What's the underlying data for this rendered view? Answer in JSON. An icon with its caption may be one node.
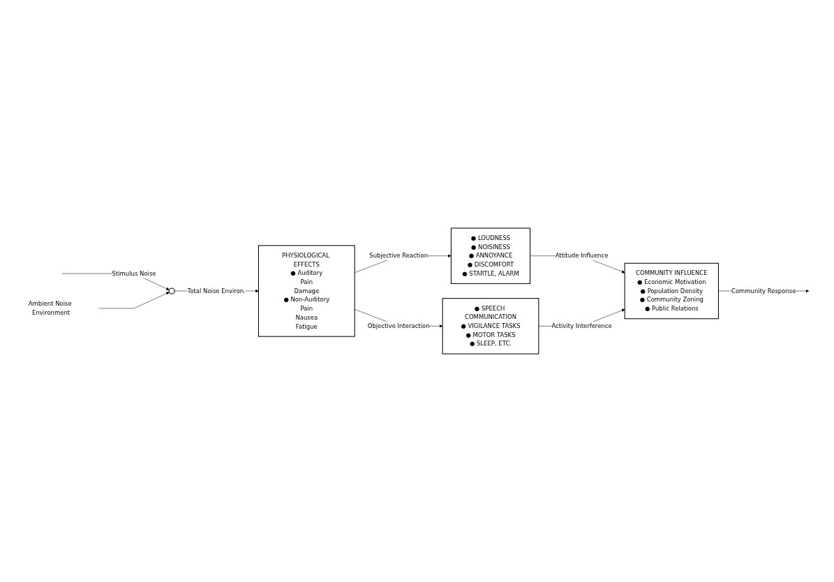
{
  "diagram": {
    "nodes": [
      {
        "text": [],
        "shape": "circle"
      },
      {
        "text": [
          "Ambient Noise Environment"
        ]
      },
      {
        "text": [
          "PHYSIOLOGICAL EFFECTS",
          "● Auditory",
          "Pain",
          "Damage",
          "● Non-Auditory",
          "Pain",
          "Nausea",
          "Fatigue"
        ]
      },
      {
        "text": [
          "● LOUDNESS",
          "● NOISINESS",
          "● ANNOYANCE",
          "● DISCOMFORT",
          "● STARTLE, ALARM"
        ]
      },
      {
        "text": [
          "COMMUNITY INFLUENCE",
          "● Economic Motivation",
          "● Population Density",
          "● Community Zoning",
          "● Public Relations"
        ]
      },
      {
        "text": [
          "● SPEECH COMMUNICATION",
          "● VIGILANCE TASKS",
          "● MOTOR TASKS",
          "● SLEEP, ETC."
        ]
      }
    ],
    "edges": [
      {
        "from": null,
        "to": 0,
        "arrow": "to",
        "label": "Stimulus Noise"
      },
      {
        "from": 1,
        "to": 0,
        "arrow": "to"
      },
      {
        "from": 0,
        "to": 2,
        "arrow": "to",
        "label": "Total Noise Environ."
      },
      {
        "from": 2,
        "to": 3,
        "arrow": "to",
        "label": "Subjective Reaction"
      },
      {
        "from": 3,
        "to": 4,
        "arrow": "to",
        "label": "Attitude Influence"
      },
      {
        "from": 2,
        "to": 5,
        "arrow": "to",
        "label": "Objective Interaction"
      },
      {
        "from": 5,
        "to": 4,
        "arrow": "to",
        "label": "Activity Interference"
      },
      {
        "from": 4,
        "to": null,
        "arrow": "to",
        "label": "Community Response"
      }
    ]
  }
}
